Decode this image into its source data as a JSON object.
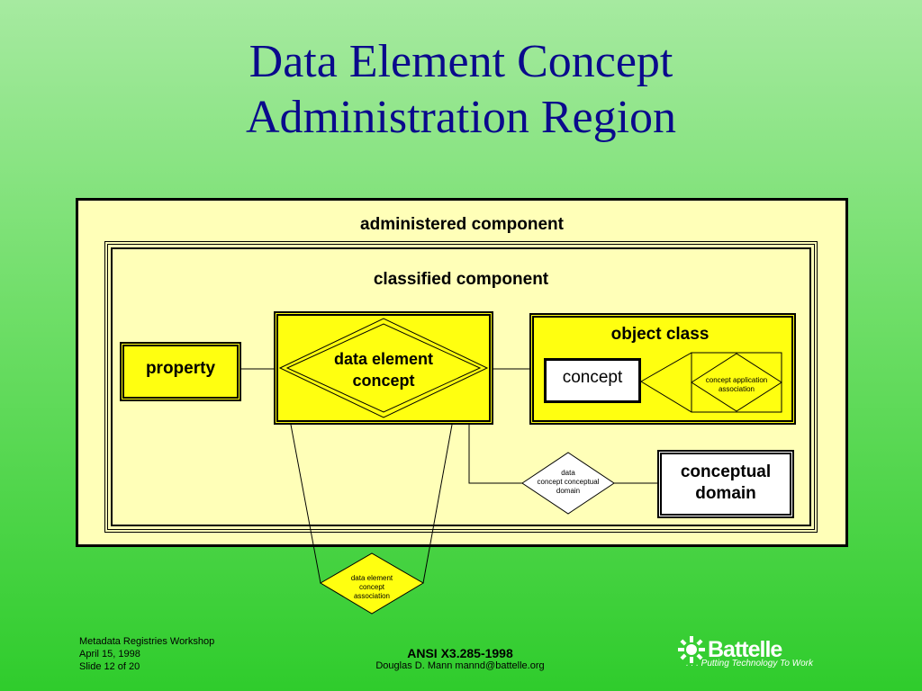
{
  "title": {
    "line1": "Data Element Concept",
    "line2": "Administration Region"
  },
  "diagram": {
    "administered_component": "administered component",
    "classified_component": "classified component",
    "property": "property",
    "data_element_concept": {
      "line1": "data element",
      "line2": "concept"
    },
    "object_class": "object class",
    "concept": "concept",
    "concept_application_association": {
      "line1": "concept application",
      "line2": "association"
    },
    "data_concept_conceptual_domain": {
      "line1": "data",
      "line2": "concept conceptual",
      "line3": "domain"
    },
    "conceptual_domain": {
      "line1": "conceptual",
      "line2": "domain"
    },
    "data_element_concept_association": {
      "line1": "data element",
      "line2": "concept",
      "line3": "association"
    }
  },
  "footer": {
    "left_line1": "Metadata Registries Workshop",
    "left_line2": "April 15, 1998",
    "left_line3": "Slide 12 of 20",
    "center_line1": "ANSI X3.285-1998",
    "center_line2": "Douglas D. Mann  mannd@battelle.org",
    "logo_word": "Battelle",
    "logo_tagline": ". . . Putting Technology To Work"
  },
  "colors": {
    "title": "#0a0a8c",
    "region_fill": "#ffffb8",
    "entity_fill": "#ffff10"
  }
}
